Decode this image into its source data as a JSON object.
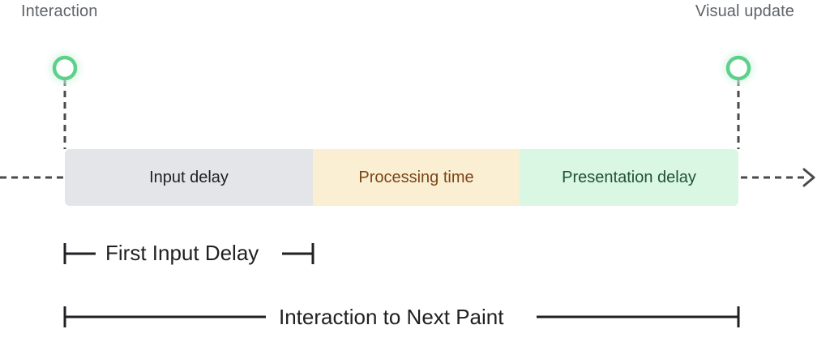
{
  "events": {
    "start_label": "Interaction",
    "end_label": "Visual update"
  },
  "phases": [
    {
      "label": "Input delay",
      "color": "#e4e5e8"
    },
    {
      "label": "Processing time",
      "color": "#faefd3"
    },
    {
      "label": "Presentation delay",
      "color": "#d9f7e3"
    }
  ],
  "metrics": {
    "first_input_delay": "First Input Delay",
    "interaction_to_next_paint": "Interaction to Next Paint"
  },
  "colors": {
    "marker": "#5dd08c",
    "marker_glow": "#d8f5e2",
    "line": "#4a4a4a"
  }
}
